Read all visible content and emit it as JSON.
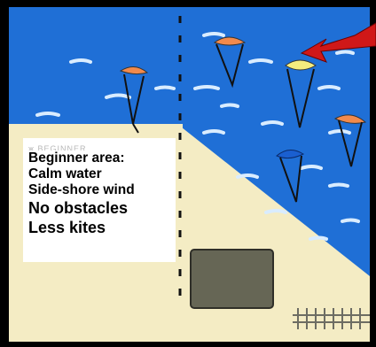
{
  "legend": {
    "faint_header": "ж BEGINNER",
    "title": "Beginner area:",
    "lines": [
      "Calm water",
      "Side-shore wind",
      "No obstacles",
      "Less kites"
    ]
  },
  "colors": {
    "water": "#1f6fd6",
    "sand": "#f4ecc4",
    "kite_orange": "#f28a4c",
    "kite_yellow": "#f5ec7e",
    "kite_blue": "#1a5fd0",
    "wind_arrow": "#d01818",
    "obstacle": "#666655",
    "border": "#000000"
  },
  "icons": [
    "wind-arrow-icon",
    "kite-icon",
    "obstacle-icon",
    "fence-icon",
    "divider-line-icon"
  ]
}
